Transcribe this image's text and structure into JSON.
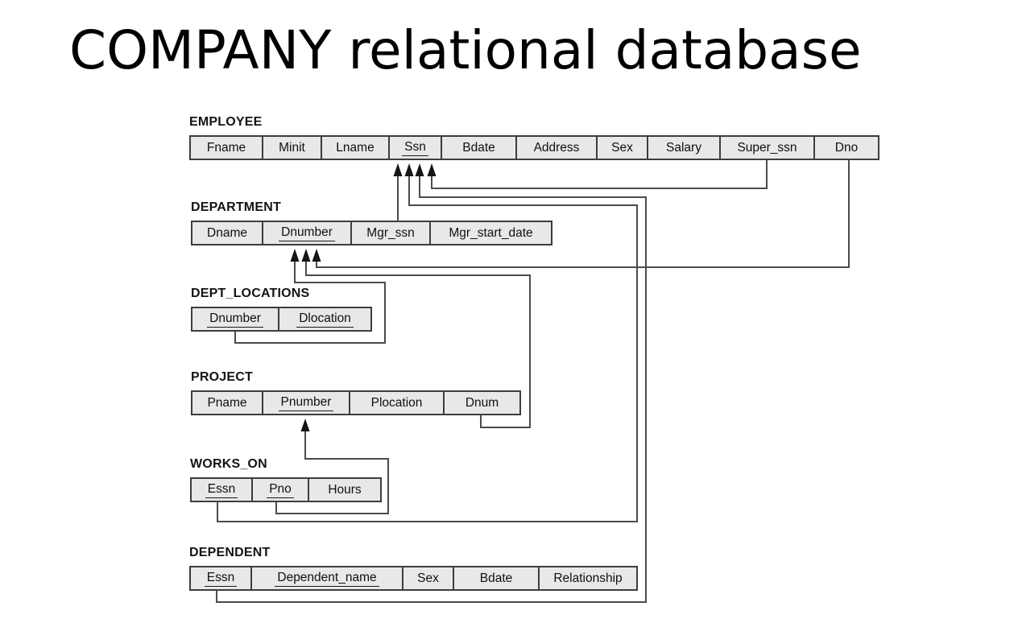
{
  "title": "COMPANY relational database",
  "colors": {
    "background": "#ffffff",
    "cell_bg": "#e8e8e6",
    "table_border": "#3d3d3d",
    "connector_line": "#4b4b4b",
    "arrowhead": "#151515",
    "text": "#101010"
  },
  "tables": [
    {
      "name": "EMPLOYEE",
      "attributes": [
        "Fname",
        "Minit",
        "Lname",
        "Ssn",
        "Bdate",
        "Address",
        "Sex",
        "Salary",
        "Super_ssn",
        "Dno"
      ],
      "primary_key": [
        "Ssn"
      ]
    },
    {
      "name": "DEPARTMENT",
      "attributes": [
        "Dname",
        "Dnumber",
        "Mgr_ssn",
        "Mgr_start_date"
      ],
      "primary_key": [
        "Dnumber"
      ]
    },
    {
      "name": "DEPT_LOCATIONS",
      "attributes": [
        "Dnumber",
        "Dlocation"
      ],
      "primary_key": [
        "Dnumber",
        "Dlocation"
      ]
    },
    {
      "name": "PROJECT",
      "attributes": [
        "Pname",
        "Pnumber",
        "Plocation",
        "Dnum"
      ],
      "primary_key": [
        "Pnumber"
      ]
    },
    {
      "name": "WORKS_ON",
      "attributes": [
        "Essn",
        "Pno",
        "Hours"
      ],
      "primary_key": [
        "Essn",
        "Pno"
      ]
    },
    {
      "name": "DEPENDENT",
      "attributes": [
        "Essn",
        "Dependent_name",
        "Sex",
        "Bdate",
        "Relationship"
      ],
      "primary_key": [
        "Essn",
        "Dependent_name"
      ]
    }
  ],
  "foreign_key_arrows": [
    {
      "from": "DEPARTMENT.Mgr_ssn",
      "to": "EMPLOYEE.Ssn"
    },
    {
      "from": "WORKS_ON.Essn",
      "to": "EMPLOYEE.Ssn"
    },
    {
      "from": "DEPENDENT.Essn",
      "to": "EMPLOYEE.Ssn"
    },
    {
      "from": "EMPLOYEE.Super_ssn",
      "to": "EMPLOYEE.Ssn"
    },
    {
      "from": "DEPT_LOCATIONS.Dnumber",
      "to": "DEPARTMENT.Dnumber"
    },
    {
      "from": "PROJECT.Dnum",
      "to": "DEPARTMENT.Dnumber"
    },
    {
      "from": "EMPLOYEE.Dno",
      "to": "DEPARTMENT.Dnumber"
    },
    {
      "from": "WORKS_ON.Pno",
      "to": "PROJECT.Pnumber"
    }
  ]
}
